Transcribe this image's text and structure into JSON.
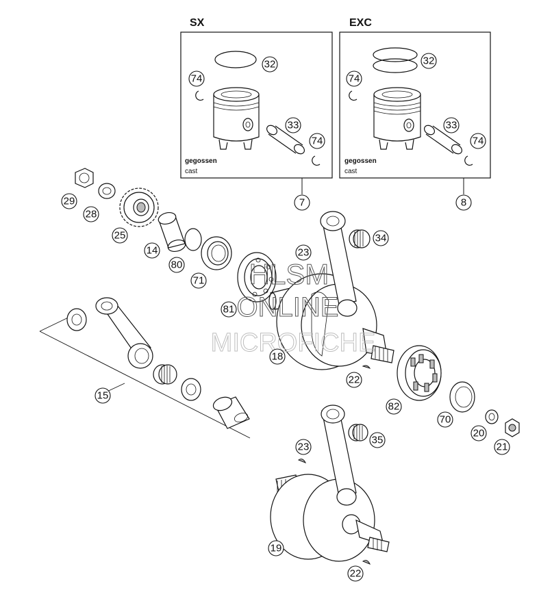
{
  "box_sx": {
    "title": "SX",
    "note_line1": "gegossen",
    "note_line2": "cast"
  },
  "box_exc": {
    "title": "EXC",
    "note_line1": "gegossen",
    "note_line2": "cast"
  },
  "callouts": {
    "c7": "7",
    "c8": "8",
    "c32_sx": "32",
    "c74_sx_a": "74",
    "c33_sx": "33",
    "c74_sx_b": "74",
    "c32_exc": "32",
    "c74_exc_a": "74",
    "c33_exc": "33",
    "c74_exc_b": "74",
    "c29": "29",
    "c28": "28",
    "c25": "25",
    "c14": "14",
    "c80": "80",
    "c71": "71",
    "c81": "81",
    "c23_top": "23",
    "c34": "34",
    "c18": "18",
    "c22_mid": "22",
    "c82": "82",
    "c70": "70",
    "c20": "20",
    "c21": "21",
    "c15": "15",
    "c23_bot": "23",
    "c35": "35",
    "c19": "19",
    "c22_bot": "22"
  },
  "watermark": {
    "line1": "HLSM",
    "line2": "ONLINE",
    "line3": "MICROFICHE"
  }
}
